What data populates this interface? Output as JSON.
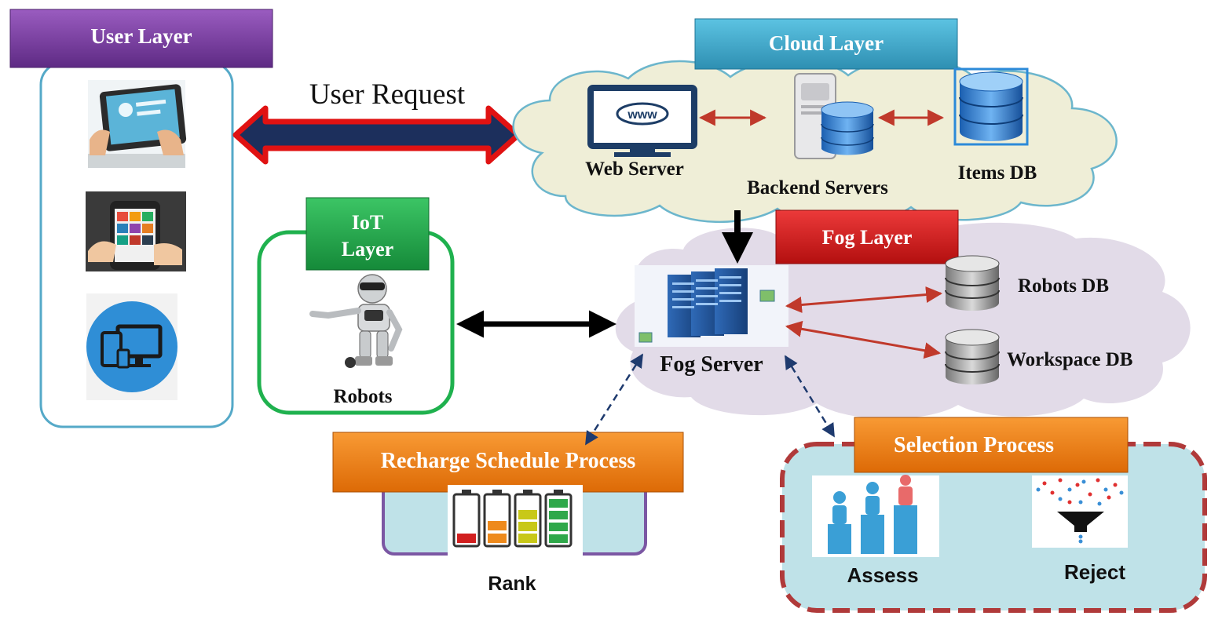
{
  "user_layer": {
    "title": "User Layer"
  },
  "cloud_layer": {
    "title": "Cloud Layer",
    "web_server": "Web Server",
    "www": "www",
    "backend_servers": "Backend Servers",
    "items_db": "Items DB"
  },
  "user_request": "User Request",
  "iot_layer": {
    "title_line1": "IoT",
    "title_line2": "Layer",
    "robots": "Robots"
  },
  "fog_layer": {
    "title": "Fog Layer",
    "fog_server": "Fog Server",
    "robots_db": "Robots DB",
    "workspace_db": "Workspace DB"
  },
  "recharge": {
    "title": "Recharge Schedule Process",
    "rank": "Rank"
  },
  "selection": {
    "title": "Selection Process",
    "assess": "Assess",
    "reject": "Reject"
  },
  "colors": {
    "user_layer": "#7b3fa0",
    "cloud_layer": "#3aa9cc",
    "iot_layer": "#1fa64a",
    "fog_layer": "#d31c1c",
    "process": "#f07d0e"
  }
}
